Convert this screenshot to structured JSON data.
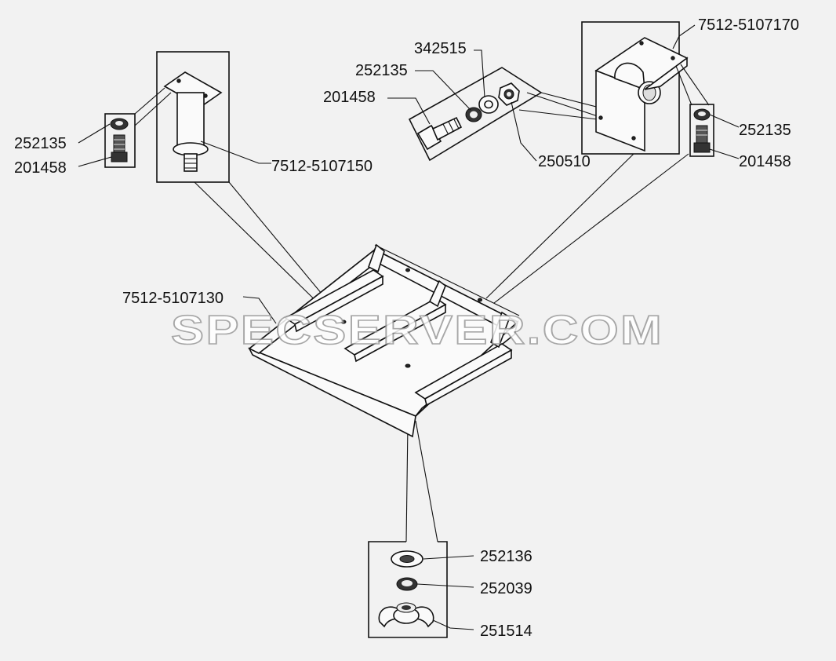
{
  "labels": {
    "top_left_washer": "252135",
    "top_left_bolt": "201458",
    "left_bracket": "7512-5107150",
    "top_washer_a": "342515",
    "top_washer_b": "252135",
    "top_bolt": "201458",
    "top_nut": "250510",
    "right_bracket": "7512-5107170",
    "right_washer": "252135",
    "right_bolt": "201458",
    "tray": "7512-5107130",
    "bottom_washer_large": "252136",
    "bottom_washer_small": "252039",
    "bottom_wing_nut": "251514"
  },
  "watermark": "SPECSERVER.COM"
}
